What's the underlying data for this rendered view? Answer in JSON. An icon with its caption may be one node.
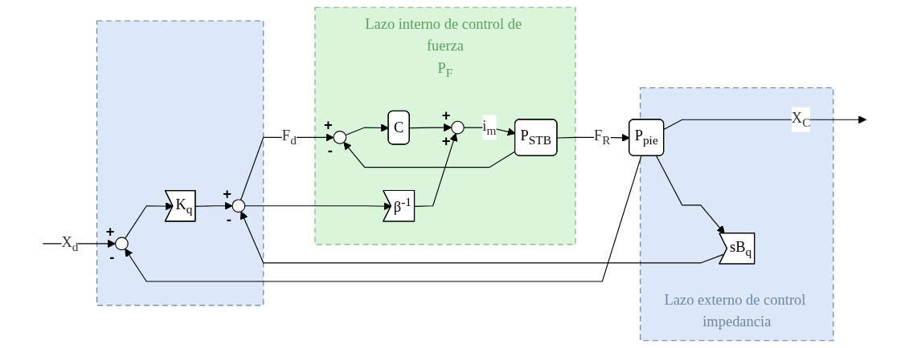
{
  "diagram": {
    "nodes": [
      {
        "text": [],
        "shape": "box"
      },
      {
        "text": [],
        "shape": "circle",
        "in": 0,
        "beside": [
          "+",
          "-"
        ]
      },
      {
        "text": [
          "K$_{q}$"
        ],
        "in": 0
      },
      {
        "text": [],
        "shape": "circle",
        "in": 0,
        "beside": [
          "+",
          "-"
        ]
      },
      {
        "text": [
          "Lazo interno de control de fuerza",
          "P$_{F}$"
        ]
      },
      {
        "text": [
          "β$^{-1}$"
        ],
        "in": 4
      },
      {
        "text": [],
        "shape": "circle",
        "in": 4,
        "beside": [
          "+",
          "-"
        ]
      },
      {
        "text": [
          "C"
        ],
        "in": 4
      },
      {
        "text": [],
        "shape": "circle",
        "in": 4,
        "beside": [
          "+",
          "+"
        ]
      },
      {
        "text": [
          "P$_{STB}$"
        ],
        "in": 4
      },
      {
        "text": [
          "P$_{pie}$"
        ]
      },
      {
        "text": [
          "Lazo externo de control impedancia"
        ]
      },
      {
        "text": [
          "sB$_{q}$"
        ],
        "in": 11
      }
    ],
    "edges": [
      {
        "from": null,
        "to": 1,
        "arrow": "to",
        "label": "X$_{d}$"
      },
      {
        "from": 1,
        "to": 2,
        "arrow": "to"
      },
      {
        "from": 2,
        "to": 3,
        "arrow": "to"
      },
      {
        "from": 3,
        "to": 6,
        "arrow": "to",
        "label": "F$_{d}$"
      },
      {
        "from": 3,
        "to": 5,
        "arrow": "to"
      },
      {
        "from": 6,
        "to": 7,
        "arrow": "to"
      },
      {
        "from": 7,
        "to": 8,
        "arrow": "to"
      },
      {
        "from": 5,
        "to": 8,
        "arrow": "to"
      },
      {
        "from": 8,
        "to": 9,
        "arrow": "to",
        "label": "i$_{m}$"
      },
      {
        "from": 9,
        "to": 10,
        "arrow": "to",
        "label": "F$_{R}$"
      },
      {
        "from": 9,
        "to": 6,
        "arrow": "to"
      },
      {
        "from": 10,
        "to": null,
        "arrow": "to",
        "label": "X$_{C}$"
      },
      {
        "from": 10,
        "to": 12,
        "arrow": "to"
      },
      {
        "from": 10,
        "to": 1,
        "arrow": "to"
      },
      {
        "from": 12,
        "to": 3,
        "arrow": "to"
      }
    ]
  }
}
